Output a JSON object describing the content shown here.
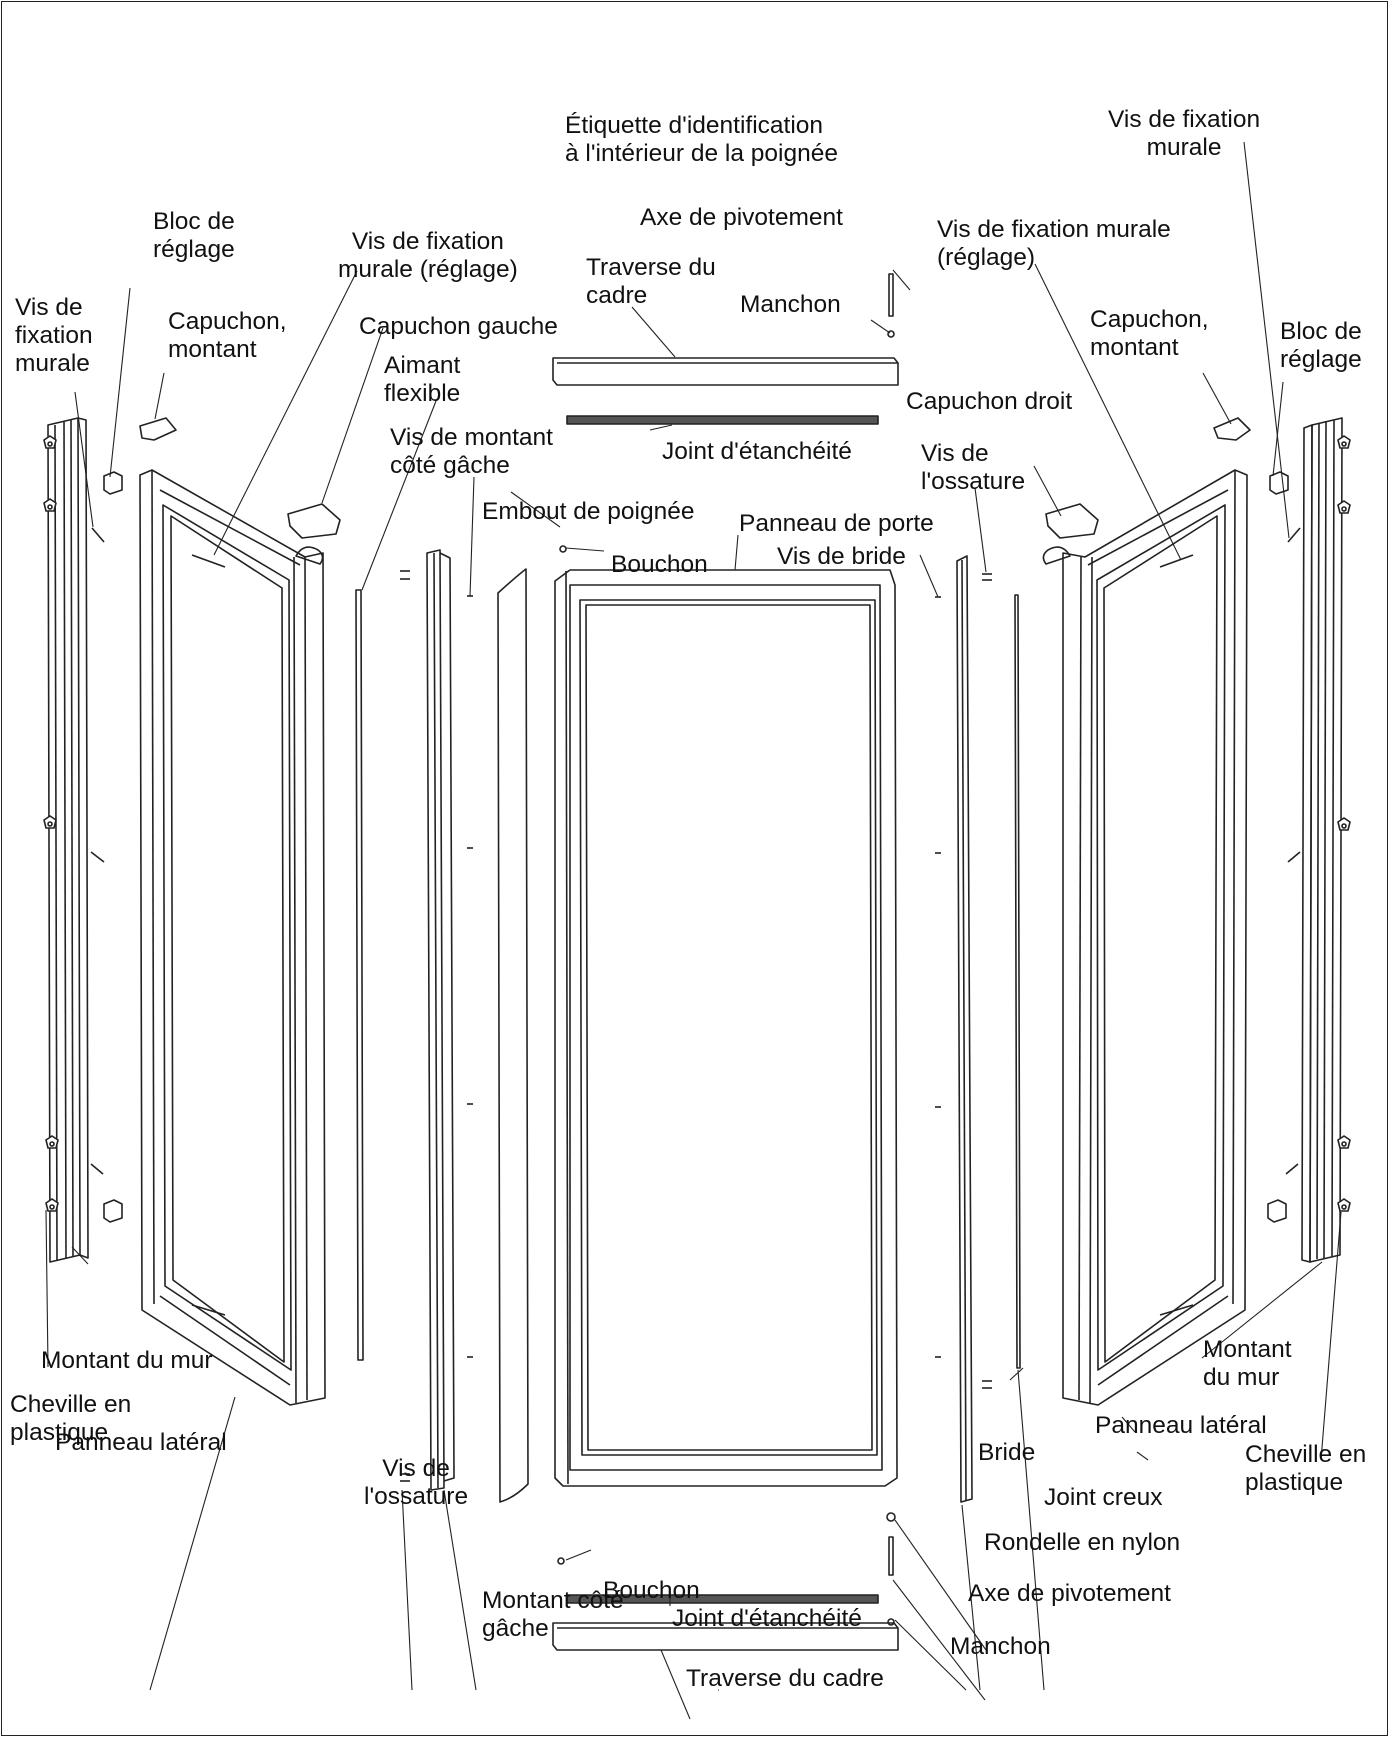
{
  "labels": {
    "etiquette": "Étiquette d'identification\nà l'intérieur de la poignée",
    "vis_fix_murale_rt": "Vis de fixation\nmurale",
    "axe_pivot_top": "Axe de pivotement",
    "bloc_reglage_l": "Bloc de\nréglage",
    "vis_fix_reglage_l": "Vis de fixation\nmurale (réglage)",
    "vis_fix_reglage_r": "Vis de fixation murale\n(réglage)",
    "traverse_top": "Traverse du\ncadre",
    "manchon_top": "Manchon",
    "vis_fix_murale_l": "Vis de\nfixation\nmurale",
    "capuchon_montant_l": "Capuchon,\nmontant",
    "capuchon_gauche": "Capuchon gauche",
    "capuchon_montant_r": "Capuchon,\nmontant",
    "bloc_reglage_r": "Bloc de\nréglage",
    "aimant": "Aimant\nflexible",
    "capuchon_droit": "Capuchon droit",
    "vis_montant_gache": "Vis de montant\ncôté gâche",
    "joint_top": "Joint d'étanchéité",
    "vis_ossature_r": "Vis de\nl'ossature",
    "embout": "Embout de poignée",
    "panneau_porte": "Panneau de porte",
    "bouchon_top": "Bouchon",
    "vis_bride": "Vis de bride",
    "montant_mur_l": "Montant du mur",
    "cheville_l": "Cheville en\nplastique",
    "panneau_lat_l": "Panneau latéral",
    "vis_ossature_l": "Vis de\nl'ossature",
    "bouchon_bot": "Bouchon",
    "joint_bot": "Joint d'étanchéité",
    "montant_gache": "Montant côté\ngâche",
    "traverse_bot": "Traverse du cadre",
    "montant_mur_r": "Montant\ndu mur",
    "panneau_lat_r": "Panneau latéral",
    "cheville_r": "Cheville en\nplastique",
    "bride": "Bride",
    "joint_creux": "Joint creux",
    "rondelle": "Rondelle en nylon",
    "axe_pivot_bot": "Axe de pivotement",
    "manchon_bot": "Manchon"
  }
}
